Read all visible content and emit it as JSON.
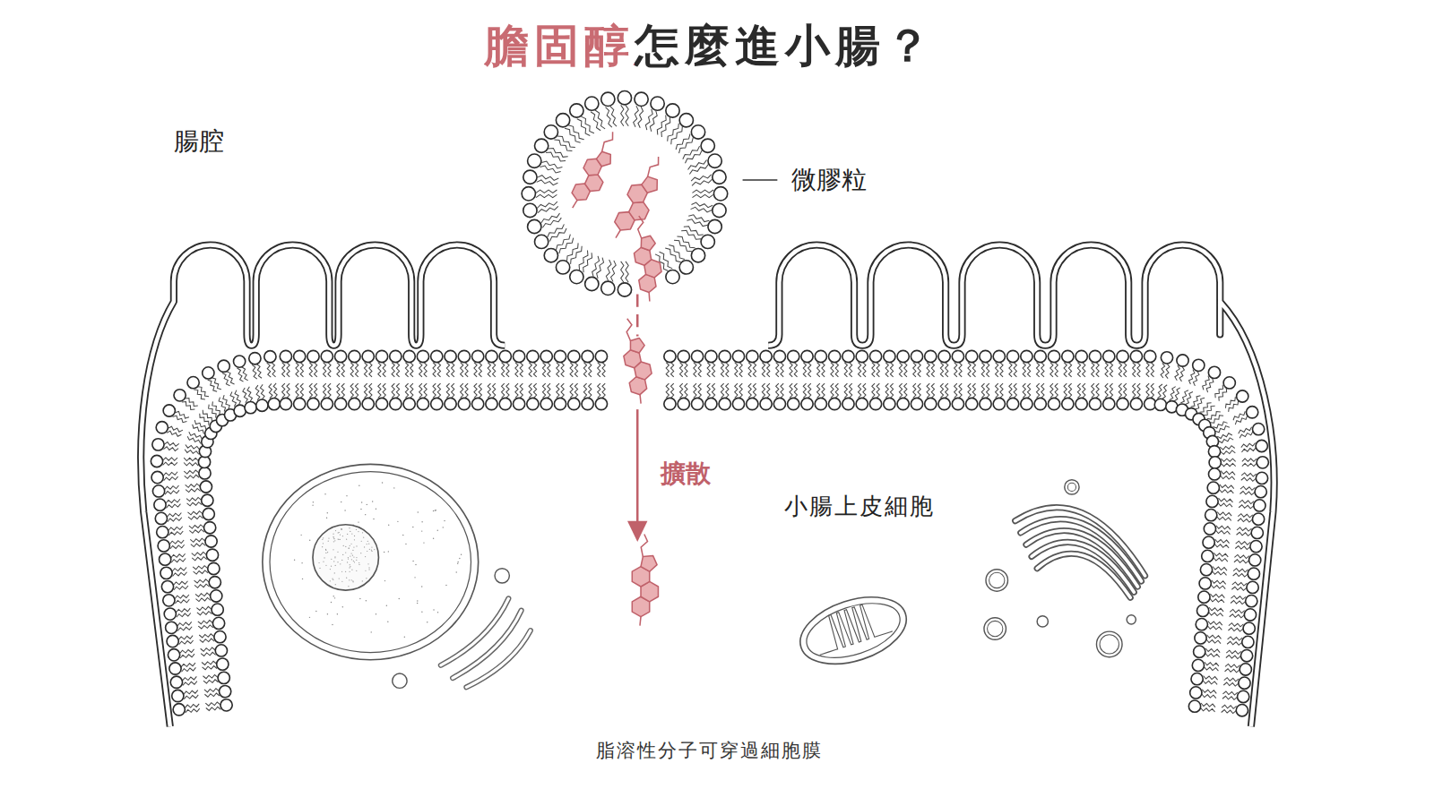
{
  "diagram": {
    "title": "膽固醇怎麼進小腸？",
    "caption": "脂溶性分子可穿過細胞膜",
    "nodes": [
      {
        "text": [
          "小腸上皮細胞"
        ]
      }
    ],
    "labels": [
      "腸腔",
      "微膠粒",
      "擴散"
    ]
  }
}
